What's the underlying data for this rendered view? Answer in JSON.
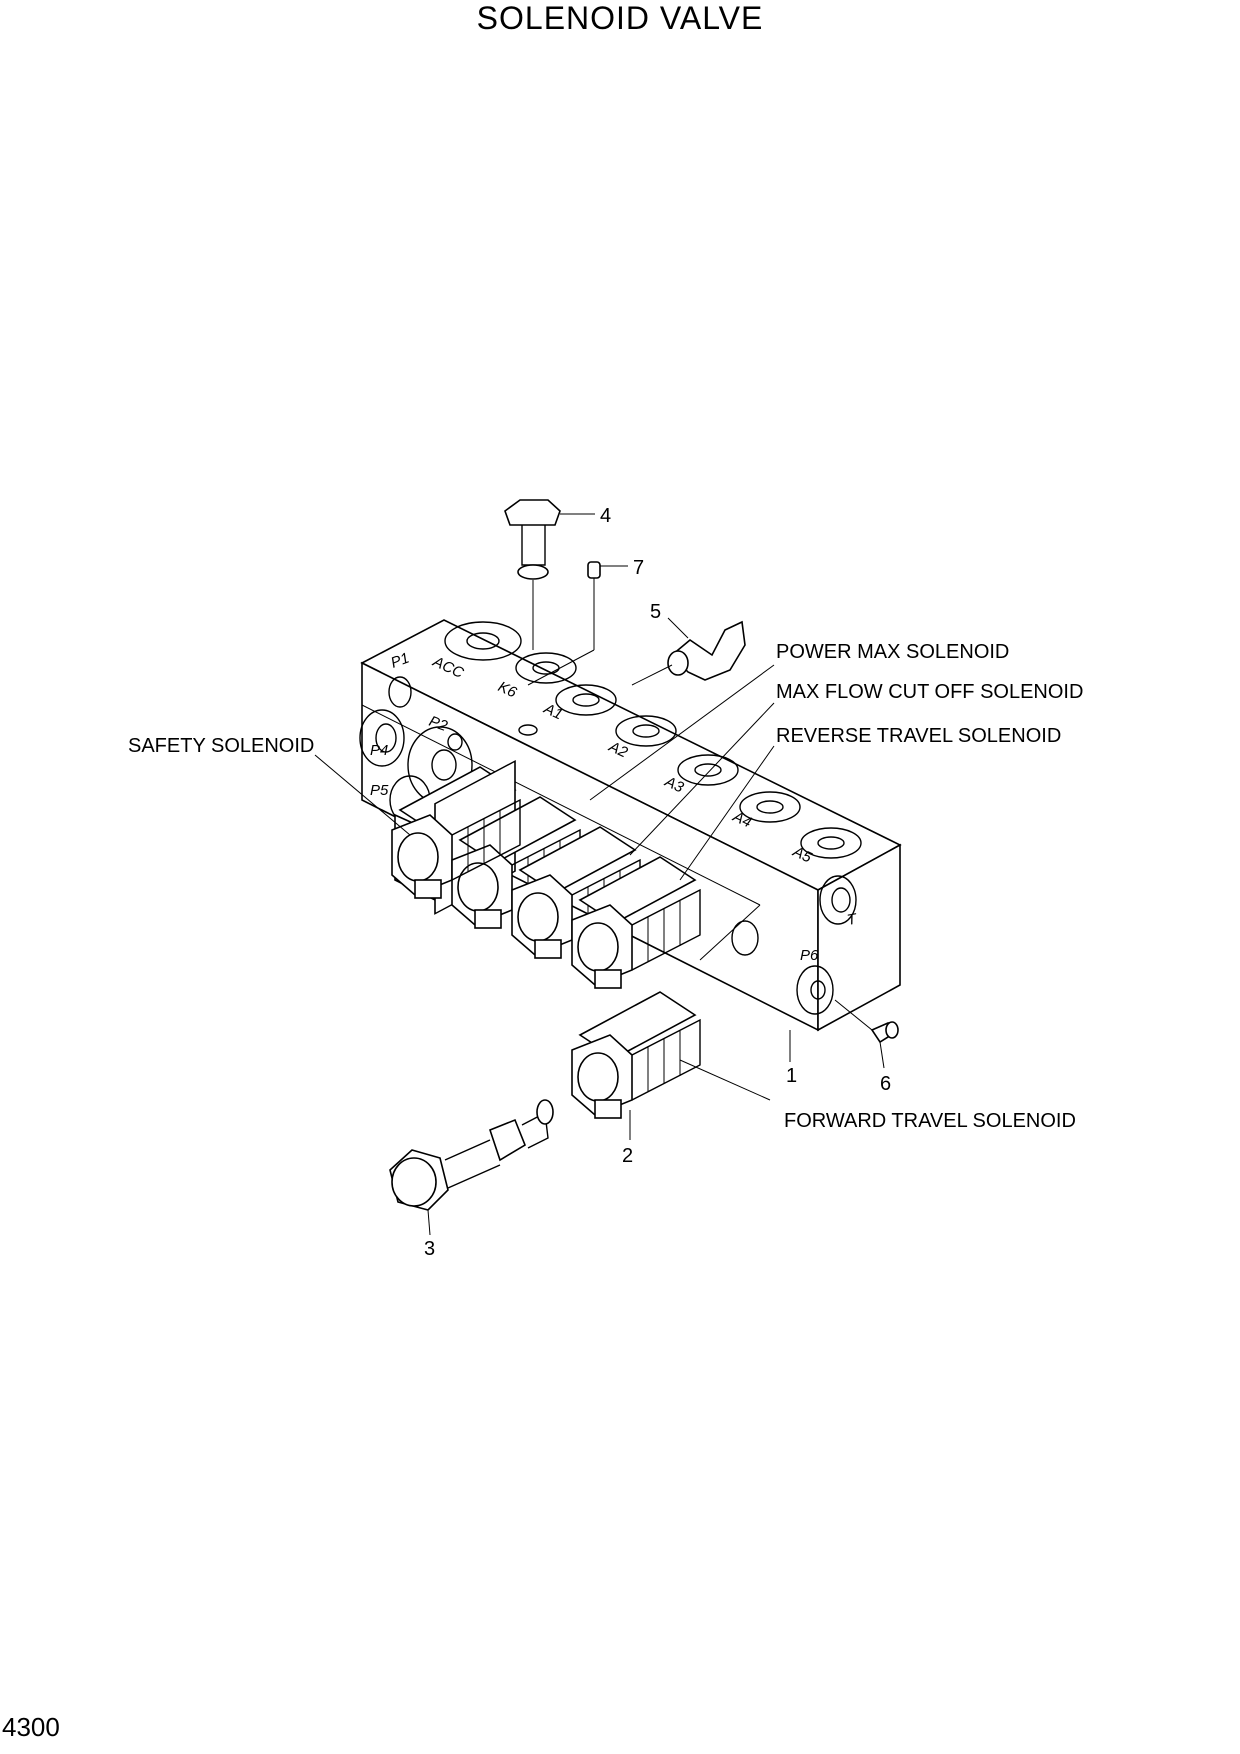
{
  "page": {
    "title": "SOLENOID VALVE",
    "page_number": "4300"
  },
  "callouts": {
    "power_max": "POWER MAX SOLENOID",
    "max_flow_cut_off": "MAX FLOW CUT OFF SOLENOID",
    "reverse_travel": "REVERSE TRAVEL SOLENOID",
    "safety": "SAFETY SOLENOID",
    "forward_travel": "FORWARD TRAVEL SOLENOID"
  },
  "part_numbers": {
    "p1": "1",
    "p2": "2",
    "p3": "3",
    "p4": "4",
    "p5": "5",
    "p6": "6",
    "p7": "7"
  },
  "ports": {
    "p1": "P1",
    "acc": "ACC",
    "k6": "K6",
    "a1": "A1",
    "p2": "P2",
    "p4": "P4",
    "p5": "P5",
    "a2": "A2",
    "a3": "A3",
    "a4": "A4",
    "a5": "A5",
    "t": "T",
    "p6": "P6"
  }
}
